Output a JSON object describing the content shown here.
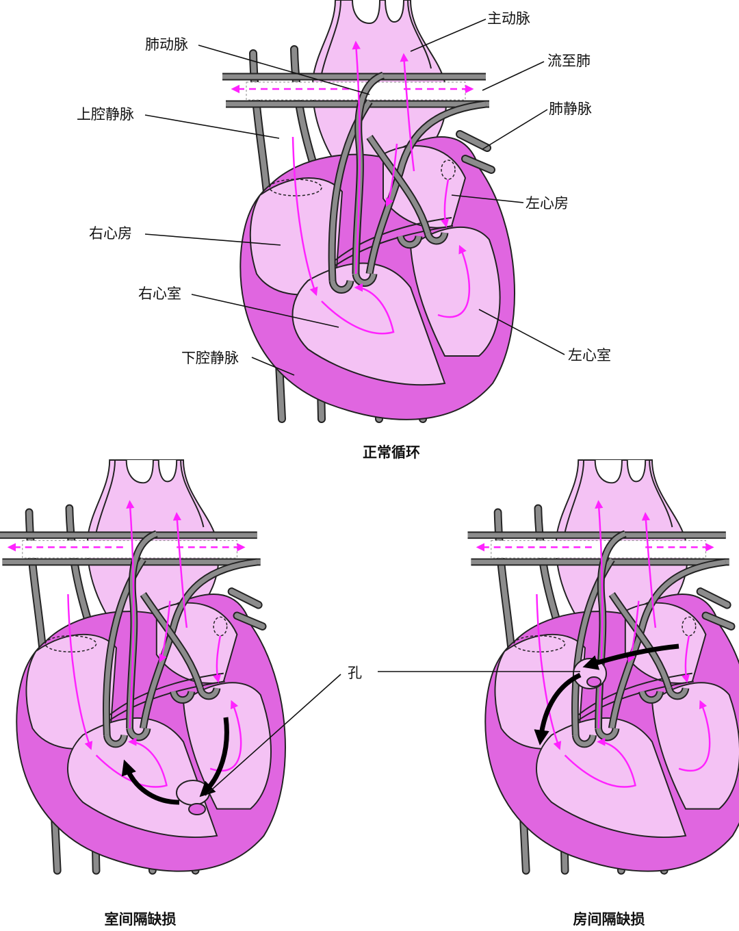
{
  "colors": {
    "wall": "#e066e0",
    "chamber": "#f4c2f4",
    "vessel_gray": "#8c8c8c",
    "outline": "#222222",
    "flow": "#ff22ff",
    "defect_arrow": "#000000"
  },
  "labels": {
    "aorta": "主动脉",
    "pulmonary_artery": "肺动脉",
    "to_lungs": "流至肺",
    "superior_vena_cava": "上腔静脉",
    "pulmonary_veins": "肺静脉",
    "left_atrium": "左心房",
    "right_atrium": "右心房",
    "right_ventricle": "右心室",
    "inferior_vena_cava": "下腔静脉",
    "left_ventricle": "左心室",
    "hole": "孔"
  },
  "captions": {
    "normal": "正常循环",
    "vsd": "室间隔缺损",
    "asd": "房间隔缺损"
  }
}
